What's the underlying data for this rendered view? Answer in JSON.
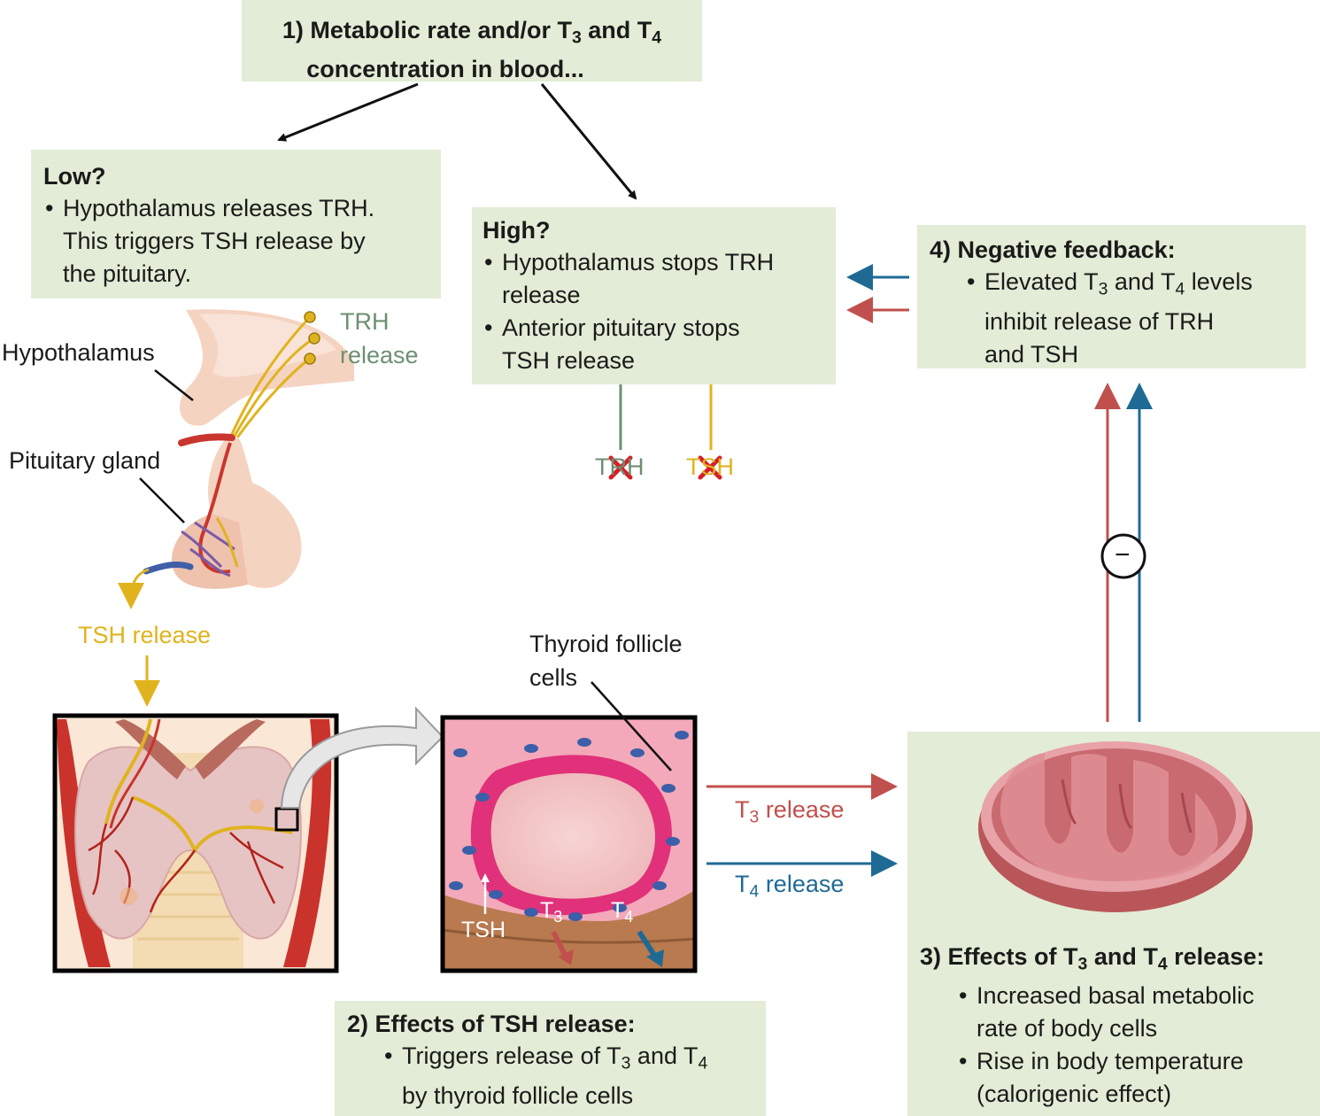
{
  "step1": {
    "line1_a": "1) Metabolic rate and/or T",
    "line1_sub1": "3",
    "line1_b": " and T",
    "line1_sub2": "4",
    "line2": "concentration in blood..."
  },
  "low": {
    "heading": "Low?",
    "bullet_line1": "Hypothalamus releases TRH.",
    "bullet_line2": "This triggers TSH release by",
    "bullet_line3": "the pituitary."
  },
  "high": {
    "heading": "High?",
    "bullet1_line1": "Hypothalamus stops TRH",
    "bullet1_line2": "release",
    "bullet2_line1": "Anterior pituitary stops",
    "bullet2_line2": "TSH release"
  },
  "feedback": {
    "heading": "4) Negative feedback:",
    "line1_a": "Elevated T",
    "line1_sub1": "3",
    "line1_b": " and T",
    "line1_sub2": "4",
    "line1_c": " levels",
    "line2": "inhibit release of TRH",
    "line3": "and TSH"
  },
  "labels": {
    "hypothalamus": "Hypothalamus",
    "pituitary": "Pituitary gland",
    "trh_line1": "TRH",
    "trh_line2": "release",
    "tsh_release": "TSH release",
    "trh_blocked": "TRH",
    "tsh_blocked": "TSH",
    "follicle_line1": "Thyroid follicle",
    "follicle_line2": "cells",
    "tsh_inset": "TSH",
    "t3_inset": "T",
    "t3_inset_sub": "3",
    "t4_inset": "T",
    "t4_inset_sub": "4",
    "t3_release_a": "T",
    "t3_release_sub": "3",
    "t3_release_b": " release",
    "t4_release_a": "T",
    "t4_release_sub": "4",
    "t4_release_b": " release",
    "minus_symbol": "−"
  },
  "step2": {
    "heading": "2) Effects of TSH release:",
    "line1_a": "Triggers release of T",
    "line1_sub1": "3",
    "line1_b": " and T",
    "line1_sub2": "4",
    "line2": "by thyroid follicle cells"
  },
  "step3": {
    "heading_a": "3) Effects of T",
    "heading_sub1": "3",
    "heading_b": " and T",
    "heading_sub2": "4",
    "heading_c": " release:",
    "b1_line1": "Increased basal metabolic",
    "b1_line2": "rate of body cells",
    "b2_line1": "Rise in body temperature",
    "b2_line2": "(calorigenic effect)"
  },
  "colors": {
    "box_bg": "#e3ecd6",
    "trh": "#6d8f73",
    "tsh": "#e0b31e",
    "t3": "#c0504d",
    "t4": "#1f6a95",
    "arrow": "#111111"
  }
}
